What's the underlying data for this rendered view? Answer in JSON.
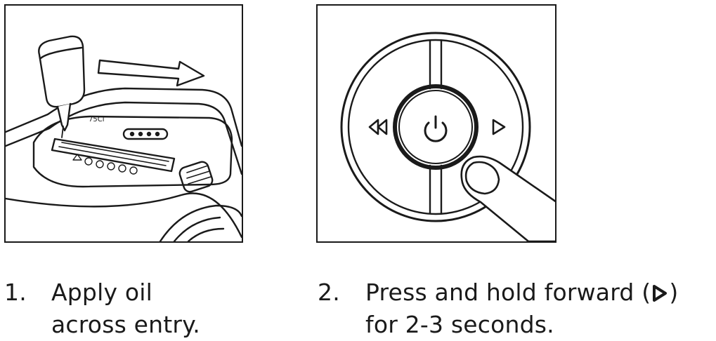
{
  "steps": [
    {
      "number": "1.",
      "line1": "Apply oil",
      "line2": "across entry.",
      "illustration_icon": "oil-bottle-on-shredder-entry-icon"
    },
    {
      "number": "2.",
      "line1_before": "Press and hold forward (",
      "line1_icon": "forward-triangle-icon",
      "line1_after": ")",
      "line2": "for 2-3 seconds.",
      "illustration_icon": "control-dial-press-forward-icon"
    }
  ],
  "shredder_label": "75Ci",
  "colors": {
    "ink": "#1a1a1a",
    "paper": "#ffffff"
  }
}
